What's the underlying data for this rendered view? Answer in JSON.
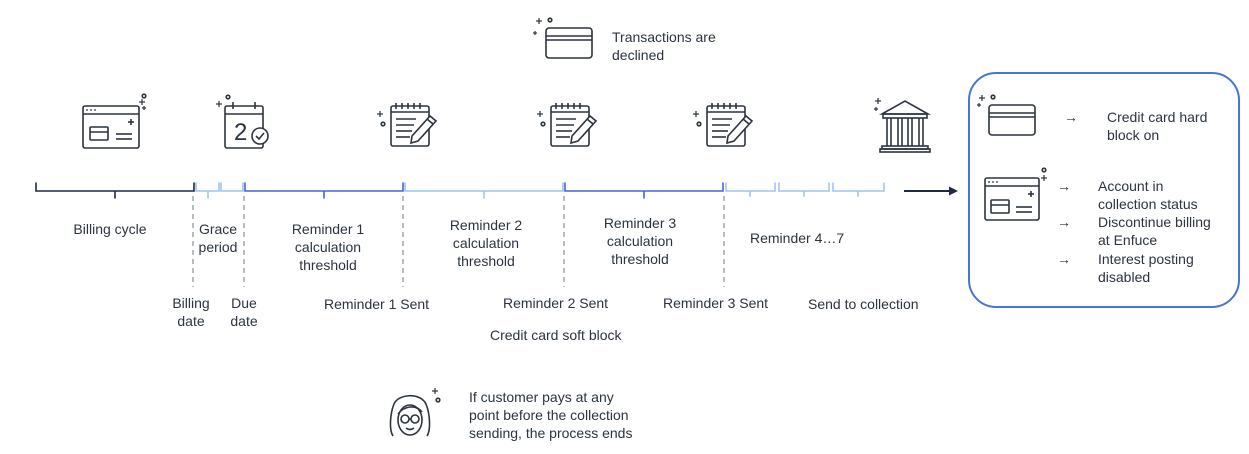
{
  "top_note": {
    "text": "Transactions are\ndeclined",
    "icon": "credit-card-icon"
  },
  "icons": {
    "billing_cycle": "invoice-window-icon",
    "grace_period": "calendar-check-icon",
    "reminder_1": "notepad-pen-icon",
    "reminder_2": "notepad-pen-icon",
    "reminder_3": "notepad-pen-icon",
    "collection": "bank-building-icon"
  },
  "segments": {
    "billing_cycle": "Billing cycle",
    "grace_period": "Grace\nperiod",
    "reminder_1": "Reminder 1\ncalculation\nthreshold",
    "reminder_2": "Reminder 2\ncalculation\nthreshold",
    "reminder_3": "Reminder 3\ncalculation\nthreshold",
    "reminder_4_7": "Reminder 4…7"
  },
  "milestones": {
    "billing_date": "Billing\ndate",
    "due_date": "Due\ndate",
    "reminder_1_sent": "Reminder 1 Sent",
    "reminder_2_sent": "Reminder 2 Sent",
    "reminder_3_sent": "Reminder 3  Sent",
    "send_to_collection": "Send to collection",
    "soft_block": "Credit card soft block"
  },
  "final_box": {
    "card_item": "Credit card hard\nblock on",
    "account_items": [
      "Account in\ncollection status",
      "Discontinue billing\nat Enfuce",
      "Interest posting\ndisabled"
    ],
    "arrow": "→"
  },
  "customer_note": {
    "text": "If customer pays at any\npoint before the collection\nsending, the process ends",
    "icon": "customer-avatar-icon"
  },
  "colors": {
    "dark_bracket": "#1f2a44",
    "blue_bracket": "#3f67d8",
    "light_bracket": "#9ec4f2",
    "box_border": "#4b72d6",
    "text": "#2b3440"
  }
}
